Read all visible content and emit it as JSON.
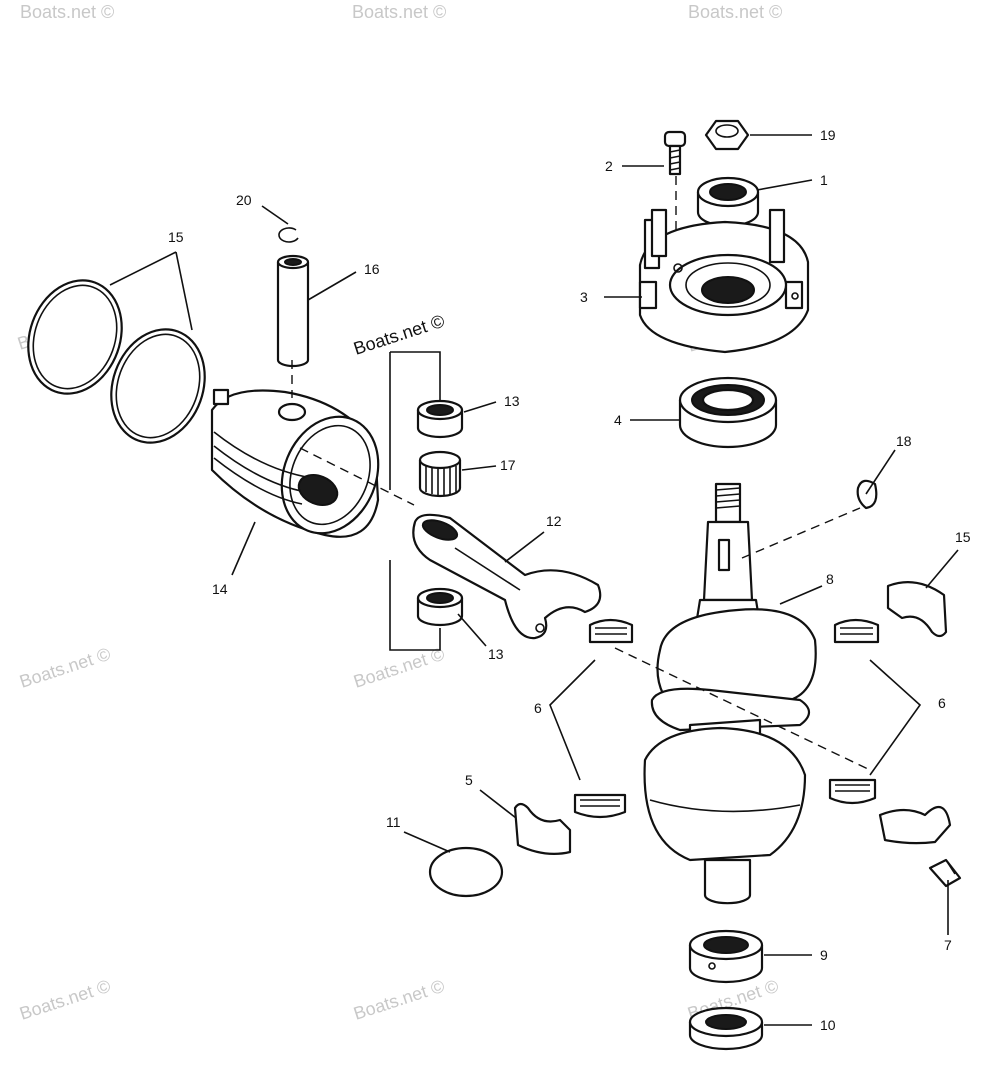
{
  "watermark": "Boats.net ©",
  "callouts": {
    "c1": "1",
    "c2": "2",
    "c3": "3",
    "c4": "4",
    "c5": "5",
    "c6a": "6",
    "c6b": "6",
    "c7": "7",
    "c8": "8",
    "c9": "9",
    "c10": "10",
    "c11": "11",
    "c12": "12",
    "c13a": "13",
    "c13b": "13",
    "c14": "14",
    "c15a": "15",
    "c15b": "15",
    "c16": "16",
    "c17": "17",
    "c18": "18",
    "c19": "19",
    "c20": "20"
  }
}
